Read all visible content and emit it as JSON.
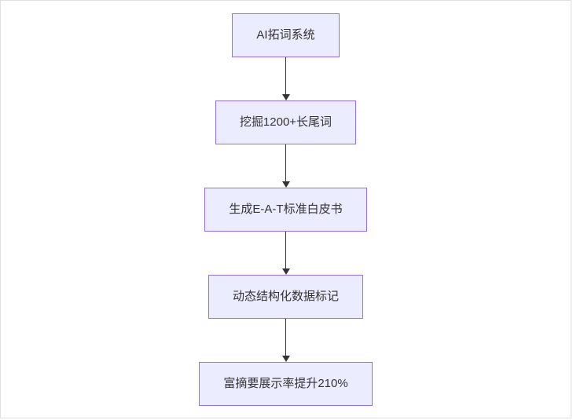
{
  "diagram": {
    "type": "flowchart-top-down",
    "nodes": [
      {
        "id": "A",
        "label": "AI拓词系统"
      },
      {
        "id": "B",
        "label": "挖掘1200+长尾词"
      },
      {
        "id": "C",
        "label": "生成E-A-T标准白皮书"
      },
      {
        "id": "D",
        "label": "动态结构化数据标记"
      },
      {
        "id": "E",
        "label": "富摘要展示率提升210%"
      }
    ],
    "edges": [
      {
        "from": "A",
        "to": "B"
      },
      {
        "from": "B",
        "to": "C"
      },
      {
        "from": "C",
        "to": "D"
      },
      {
        "from": "D",
        "to": "E"
      }
    ],
    "colors": {
      "node_fill": "#ececff",
      "node_border": "#9370db",
      "arrow": "#333333",
      "text": "#333333",
      "background": "#ffffff"
    }
  }
}
